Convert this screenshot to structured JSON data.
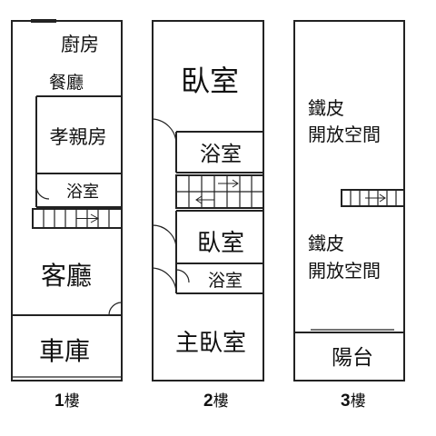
{
  "floors": [
    {
      "label_num": "1",
      "label_suffix": "樓",
      "rooms": [
        "廚房",
        "餐廳",
        "孝親房",
        "浴室",
        "客廳",
        "車庫"
      ]
    },
    {
      "label_num": "2",
      "label_suffix": "樓",
      "rooms": [
        "臥室",
        "浴室",
        "臥室",
        "浴室",
        "主臥室"
      ]
    },
    {
      "label_num": "3",
      "label_suffix": "樓",
      "rooms": [
        "鐵皮",
        "開放空間",
        "鐵皮",
        "開放空間",
        "陽台"
      ]
    }
  ],
  "colors": {
    "wall": "#222222",
    "stair_fill": "#ffffff",
    "background": "#ffffff"
  }
}
